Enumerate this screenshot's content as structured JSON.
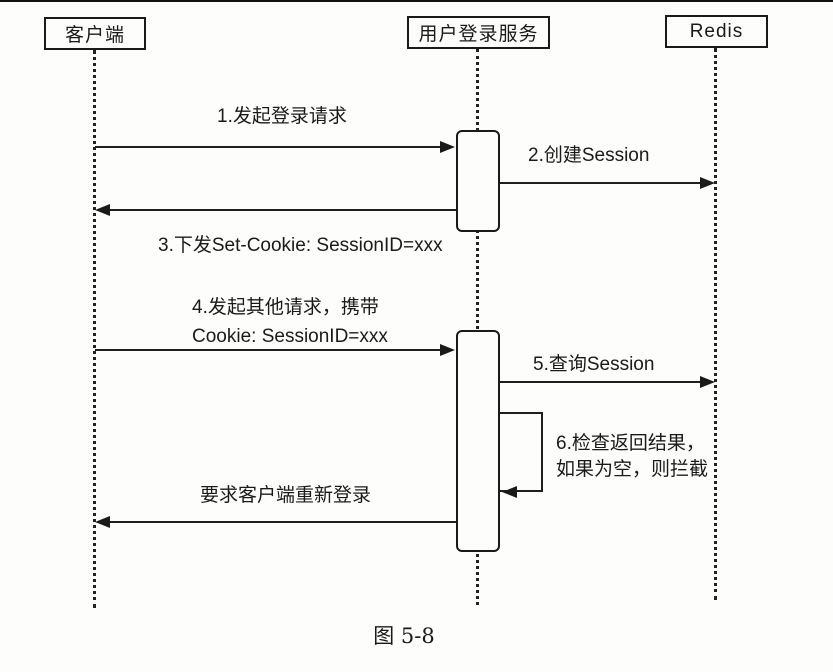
{
  "figure": {
    "actors": {
      "client": "客户端",
      "service": "用户登录服务",
      "redis": "Redis"
    },
    "messages": {
      "m1": "1.发起登录请求",
      "m2": "2.创建Session",
      "m3": "3.下发Set-Cookie: SessionID=xxx",
      "m4_line1": "4.发起其他请求，携带",
      "m4_line2": "Cookie: SessionID=xxx",
      "m5": "5.查询Session",
      "m6_line1": "6.检查返回结果，",
      "m6_line2": "如果为空，则拦截",
      "m7": "要求客户端重新登录"
    },
    "caption": "图 5-8"
  },
  "colors": {
    "ink": "#1a1a1a",
    "paper": "#fdfdfc"
  }
}
